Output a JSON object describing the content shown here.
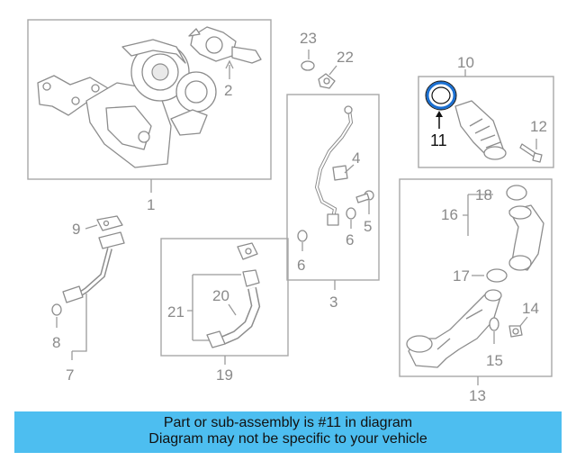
{
  "callouts": {
    "c1": "1",
    "c2": "2",
    "c3": "3",
    "c4": "4",
    "c5": "5",
    "c6a": "6",
    "c6b": "6",
    "c7": "7",
    "c8": "8",
    "c9": "9",
    "c10": "10",
    "c11": "11",
    "c12": "12",
    "c13": "13",
    "c14": "14",
    "c15": "15",
    "c16": "16",
    "c17": "17",
    "c18": "18",
    "c19": "19",
    "c20": "20",
    "c21": "21",
    "c22": "22",
    "c23": "23"
  },
  "highlight": {
    "part": "11",
    "color": "#1a6fd1"
  },
  "banner": {
    "line1": "Part or sub-assembly is #11 in diagram",
    "line2": "Diagram may not be specific to your vehicle",
    "background": "#4dbef0"
  }
}
